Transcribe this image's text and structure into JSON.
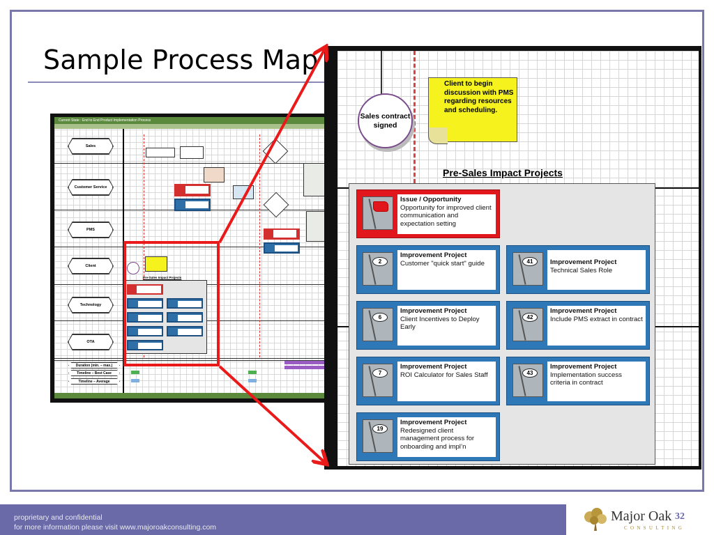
{
  "slide": {
    "title": "Sample Process Map",
    "page_number": "32"
  },
  "thumbnail": {
    "header": "Current State : End to End Product Implementation Process",
    "lanes": [
      "Sales",
      "Customer Service",
      "PMS",
      "Client",
      "Technology",
      "OTA"
    ],
    "timeline_labels": [
      "Duration (min. – max.)",
      "Timeline – Best Case",
      "Timeline – Average"
    ],
    "mini_heading": "Pre-Sales Impact Projects"
  },
  "zoom": {
    "circle_label": "Sales contract signed",
    "note_text": "Client to begin discussion with PMS regarding resources and scheduling.",
    "section_title": "Pre-Sales Impact Projects",
    "cards": [
      {
        "kind": "issue",
        "number": "",
        "title": "Issue / Opportunity",
        "text": "Opportunity for improved client communication and expectation setting"
      },
      {
        "kind": "project",
        "number": "2",
        "title": "Improvement Project",
        "text": "Customer \"quick start\" guide"
      },
      {
        "kind": "project",
        "number": "41",
        "title": "Improvement Project",
        "text": "Technical Sales Role"
      },
      {
        "kind": "project",
        "number": "6",
        "title": "Improvement Project",
        "text": "Client Incentives to Deploy Early"
      },
      {
        "kind": "project",
        "number": "42",
        "title": "Improvement Project",
        "text": "Include PMS extract in contract"
      },
      {
        "kind": "project",
        "number": "7",
        "title": "Improvement Project",
        "text": "ROI Calculator for Sales Staff"
      },
      {
        "kind": "project",
        "number": "43",
        "title": "Improvement Project",
        "text": "Implementation success criteria in contract"
      },
      {
        "kind": "project",
        "number": "19",
        "title": "Improvement Project",
        "text": "Redesigned client management process for onboarding and impl’n"
      }
    ]
  },
  "footer": {
    "line1": "proprietary and confidential",
    "line2": "for more information please visit www.majoroakconsulting.com"
  },
  "logo": {
    "name": "Major Oak",
    "sub": "CONSULTING"
  },
  "colors": {
    "frame": "#7a78a8",
    "footer": "#6a6aa8",
    "highlight_red": "#ea1a1a",
    "card_blue": "#2f78b8",
    "card_red": "#e2171d",
    "note_yellow": "#f5f21d"
  }
}
